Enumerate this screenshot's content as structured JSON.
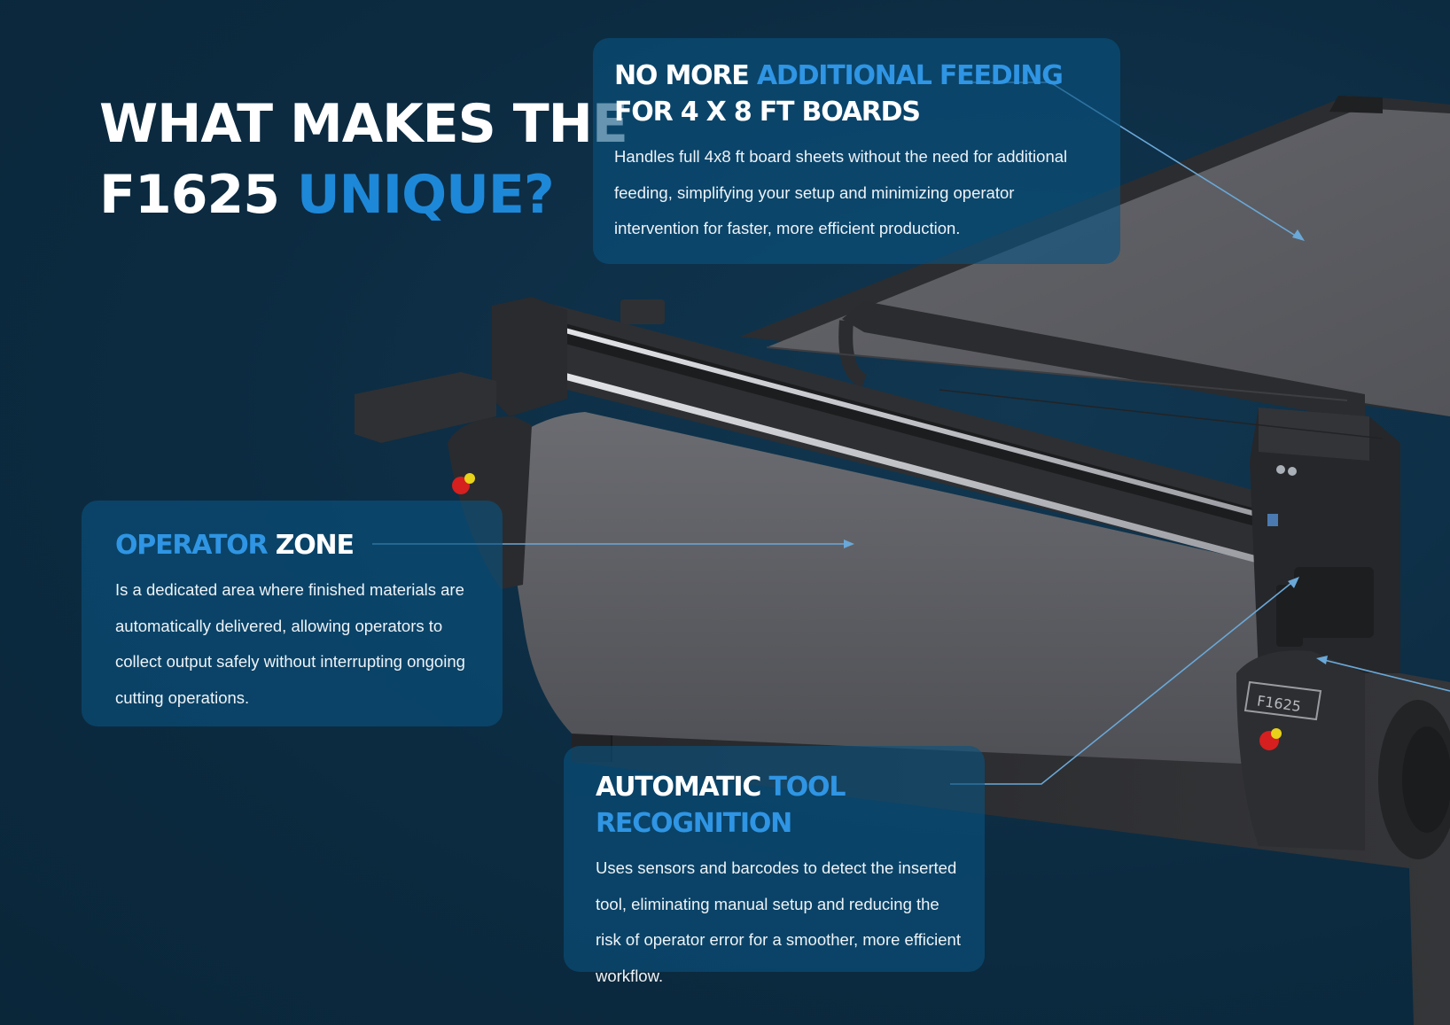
{
  "headline": {
    "line1": "WHAT MAKES THE",
    "line2_prefix": "F1625",
    "line2_accent": "UNIQUE?"
  },
  "callouts": {
    "feeding": {
      "title_plain": "NO MORE",
      "title_accent": "ADDITIONAL FEEDING",
      "title_line2": "FOR 4 X 8 FT BOARDS",
      "body": "Handles full 4x8 ft board sheets without the need for additional feeding, simplifying your setup and minimizing operator intervention for faster, more efficient production."
    },
    "operator": {
      "title_accent": "OPERATOR",
      "title_plain": "ZONE",
      "body": "Is a dedicated area where finished materials are automatically delivered, allowing operators to collect output safely without interrupting ongoing cutting operations."
    },
    "tool": {
      "title_plain": "AUTOMATIC",
      "title_accent": "TOOL RECOGNITION",
      "body": "Uses sensors and barcodes to detect the inserted tool, eliminating manual setup and reducing the risk of operator error for a smoother, more efficient workflow."
    }
  },
  "machine": {
    "badge_label": "F1625"
  },
  "colors": {
    "background": "#0c2b41",
    "accent": "#1e88d8",
    "callout_panel": "#0a5280",
    "connector_line": "#6aa8d8",
    "machine_body": "#2a2b2e",
    "cutting_surface": "#5c5d62",
    "emergency_stop": "#d61f1f"
  }
}
